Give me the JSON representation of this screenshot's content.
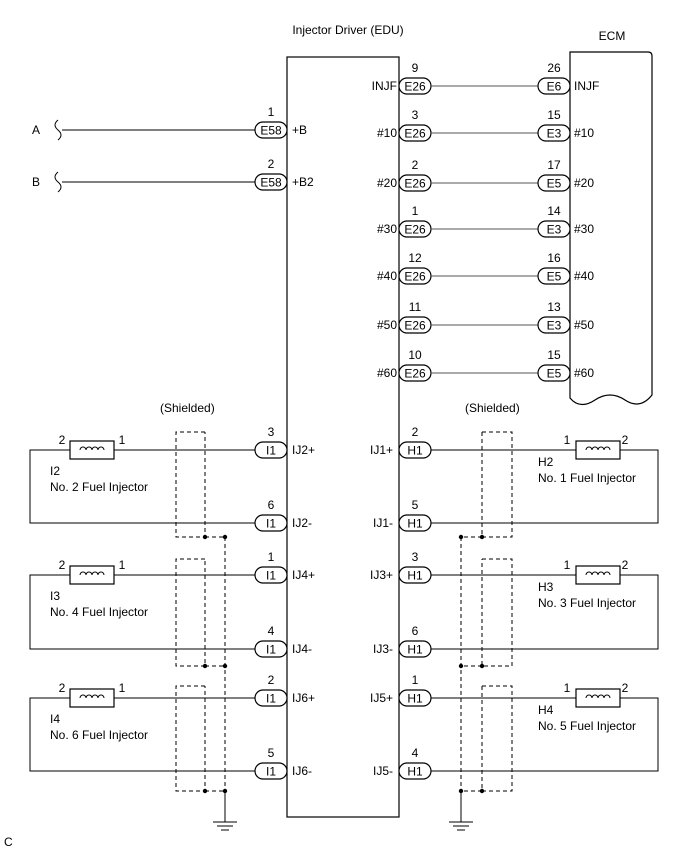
{
  "edu_title": "Injector Driver (EDU)",
  "ecm_title": "ECM",
  "corner_label": "C",
  "ext_lines": [
    {
      "label": "A",
      "pin": "1",
      "connector": "E58",
      "terminal": "+B"
    },
    {
      "label": "B",
      "pin": "2",
      "connector": "E58",
      "terminal": "+B2"
    }
  ],
  "ecm_links": [
    {
      "edu_terminal": "INJF",
      "edu_pin": "9",
      "edu_conn": "E26",
      "ecm_pin": "26",
      "ecm_conn": "E6",
      "ecm_terminal": "INJF"
    },
    {
      "edu_terminal": "#10",
      "edu_pin": "3",
      "edu_conn": "E26",
      "ecm_pin": "15",
      "ecm_conn": "E3",
      "ecm_terminal": "#10"
    },
    {
      "edu_terminal": "#20",
      "edu_pin": "2",
      "edu_conn": "E26",
      "ecm_pin": "17",
      "ecm_conn": "E5",
      "ecm_terminal": "#20"
    },
    {
      "edu_terminal": "#30",
      "edu_pin": "1",
      "edu_conn": "E26",
      "ecm_pin": "14",
      "ecm_conn": "E3",
      "ecm_terminal": "#30"
    },
    {
      "edu_terminal": "#40",
      "edu_pin": "12",
      "edu_conn": "E26",
      "ecm_pin": "16",
      "ecm_conn": "E5",
      "ecm_terminal": "#40"
    },
    {
      "edu_terminal": "#50",
      "edu_pin": "11",
      "edu_conn": "E26",
      "ecm_pin": "13",
      "ecm_conn": "E3",
      "ecm_terminal": "#50"
    },
    {
      "edu_terminal": "#60",
      "edu_pin": "10",
      "edu_conn": "E26",
      "ecm_pin": "15",
      "ecm_conn": "E5",
      "ecm_terminal": "#60"
    }
  ],
  "shielded_label": "(Shielded)",
  "left_injectors": [
    {
      "code": "I2",
      "name": "No. 2 Fuel Injector",
      "coil_pin_left": "2",
      "coil_pin_right": "1",
      "plus_pin": "3",
      "plus_conn": "I1",
      "plus_term": "IJ2+",
      "minus_pin": "6",
      "minus_conn": "I1",
      "minus_term": "IJ2-"
    },
    {
      "code": "I3",
      "name": "No. 4 Fuel Injector",
      "coil_pin_left": "2",
      "coil_pin_right": "1",
      "plus_pin": "1",
      "plus_conn": "I1",
      "plus_term": "IJ4+",
      "minus_pin": "4",
      "minus_conn": "I1",
      "minus_term": "IJ4-"
    },
    {
      "code": "I4",
      "name": "No. 6 Fuel Injector",
      "coil_pin_left": "2",
      "coil_pin_right": "1",
      "plus_pin": "2",
      "plus_conn": "I1",
      "plus_term": "IJ6+",
      "minus_pin": "5",
      "minus_conn": "I1",
      "minus_term": "IJ6-"
    }
  ],
  "right_injectors": [
    {
      "code": "H2",
      "name": "No. 1 Fuel Injector",
      "coil_pin_left": "1",
      "coil_pin_right": "2",
      "plus_pin": "2",
      "plus_conn": "H1",
      "plus_term": "IJ1+",
      "minus_pin": "5",
      "minus_conn": "H1",
      "minus_term": "IJ1-"
    },
    {
      "code": "H3",
      "name": "No. 3 Fuel Injector",
      "coil_pin_left": "1",
      "coil_pin_right": "2",
      "plus_pin": "3",
      "plus_conn": "H1",
      "plus_term": "IJ3+",
      "minus_pin": "6",
      "minus_conn": "H1",
      "minus_term": "IJ3-"
    },
    {
      "code": "H4",
      "name": "No. 5 Fuel Injector",
      "coil_pin_left": "1",
      "coil_pin_right": "2",
      "plus_pin": "1",
      "plus_conn": "H1",
      "plus_term": "IJ5+",
      "minus_pin": "4",
      "minus_conn": "H1",
      "minus_term": "IJ5-"
    }
  ]
}
